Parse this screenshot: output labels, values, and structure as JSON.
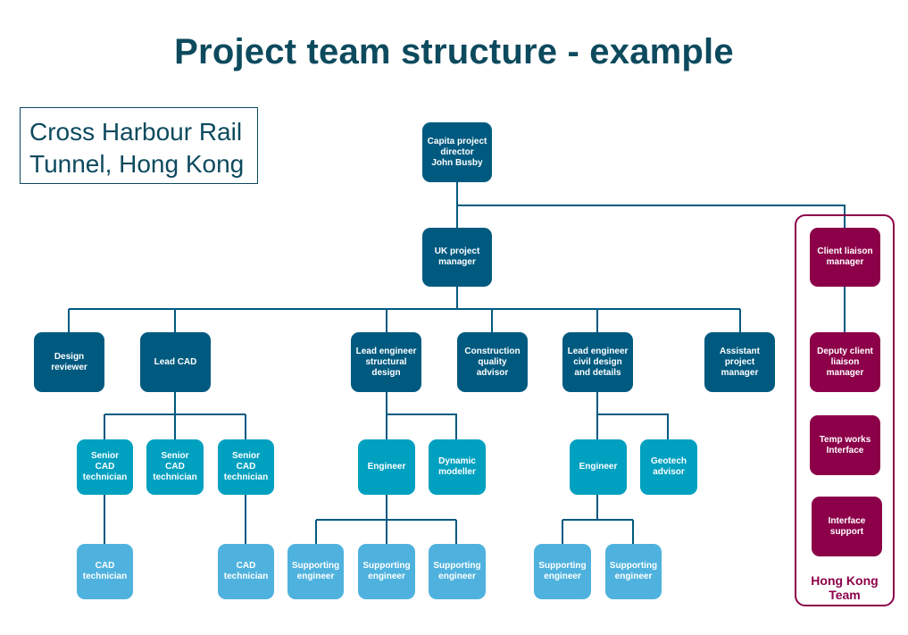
{
  "title": "Project team structure - example",
  "project_location": [
    "Cross Harbour Rail",
    "Tunnel, Hong Kong"
  ],
  "colors": {
    "heading": "#0d4a5e",
    "level_dark": "#005a80",
    "level_mid": "#00a0c0",
    "level_light": "#4fb2de",
    "hong_kong_team": "#8c0049",
    "connector": "#005a80"
  },
  "nodes": {
    "director": {
      "lines": [
        "Capita project",
        "director",
        "John Busby"
      ]
    },
    "uk_pm": {
      "lines": [
        "UK project",
        "manager"
      ]
    },
    "design_reviewer": {
      "lines": [
        "Design",
        "reviewer"
      ]
    },
    "lead_cad": {
      "lines": [
        "Lead CAD"
      ]
    },
    "lead_eng_struct": {
      "lines": [
        "Lead engineer",
        "structural",
        "design"
      ]
    },
    "cqa": {
      "lines": [
        "Construction",
        "quality",
        "advisor"
      ]
    },
    "lead_eng_civil": {
      "lines": [
        "Lead engineer",
        "civil design",
        "and details"
      ]
    },
    "asst_pm": {
      "lines": [
        "Assistant",
        "project",
        "manager"
      ]
    },
    "senior_cad_1": {
      "lines": [
        "Senior",
        "CAD",
        "technician"
      ]
    },
    "senior_cad_2": {
      "lines": [
        "Senior",
        "CAD",
        "technician"
      ]
    },
    "senior_cad_3": {
      "lines": [
        "Senior",
        "CAD",
        "technician"
      ]
    },
    "cad_tech_1": {
      "lines": [
        "CAD",
        "technician"
      ]
    },
    "cad_tech_2": {
      "lines": [
        "CAD",
        "technician"
      ]
    },
    "engineer_struct": {
      "lines": [
        "Engineer"
      ]
    },
    "dynamic_modeller": {
      "lines": [
        "Dynamic",
        "modeller"
      ]
    },
    "supp_eng_1": {
      "lines": [
        "Supporting",
        "engineer"
      ]
    },
    "supp_eng_2": {
      "lines": [
        "Supporting",
        "engineer"
      ]
    },
    "supp_eng_3": {
      "lines": [
        "Supporting",
        "engineer"
      ]
    },
    "engineer_civil": {
      "lines": [
        "Engineer"
      ]
    },
    "geotech": {
      "lines": [
        "Geotech",
        "advisor"
      ]
    },
    "supp_eng_4": {
      "lines": [
        "Supporting",
        "engineer"
      ]
    },
    "supp_eng_5": {
      "lines": [
        "Supporting",
        "engineer"
      ]
    },
    "client_liaison": {
      "lines": [
        "Client liaison",
        "manager"
      ]
    },
    "deputy_client_liaison": {
      "lines": [
        "Deputy client",
        "liaison",
        "manager"
      ]
    },
    "temp_works": {
      "lines": [
        "Temp works",
        "Interface"
      ]
    },
    "interface_support": {
      "lines": [
        "Interface",
        "support"
      ]
    }
  },
  "hong_kong_team": {
    "label": [
      "Hong Kong",
      "Team"
    ]
  }
}
